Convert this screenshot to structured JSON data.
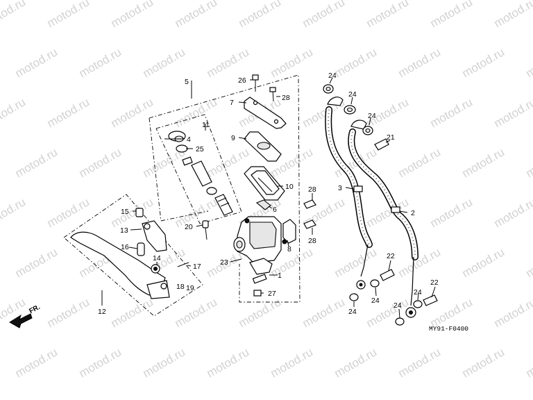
{
  "watermark": {
    "text": "motod.ru",
    "rows": [
      {
        "cols": [
          {},
          {},
          {},
          {},
          {},
          {},
          {},
          {},
          {}
        ]
      },
      {
        "cols": [
          {},
          {},
          {},
          {},
          {},
          {},
          {},
          {},
          {}
        ]
      },
      {
        "cols": [
          {},
          {},
          {},
          {},
          {},
          {},
          {},
          {},
          {}
        ]
      },
      {
        "cols": [
          {},
          {},
          {},
          {},
          {},
          {},
          {},
          {},
          {}
        ]
      },
      {
        "cols": [
          {},
          {},
          {},
          {},
          {},
          {},
          {},
          {},
          {}
        ]
      },
      {
        "cols": [
          {},
          {},
          {},
          {},
          {},
          {},
          {},
          {},
          {}
        ]
      },
      {
        "cols": [
          {},
          {},
          {},
          {},
          {},
          {},
          {},
          {},
          {}
        ]
      },
      {
        "cols": [
          {},
          {},
          {},
          {},
          {},
          {},
          {},
          {},
          {}
        ]
      }
    ]
  },
  "callouts": {
    "c1": "1",
    "c2": "2",
    "c3": "3",
    "c4": "4",
    "c5": "5",
    "c6": "6",
    "c7": "7",
    "c8": "8",
    "c9": "9",
    "c10": "10",
    "c11": "11",
    "c12": "12",
    "c13": "13",
    "c14": "14",
    "c15": "15",
    "c16": "16",
    "c17": "17",
    "c18": "18",
    "c19": "19",
    "c20": "20",
    "c21": "21",
    "c22a": "22",
    "c22b": "22",
    "c23": "23",
    "c24a": "24",
    "c24b": "24",
    "c24c": "24",
    "c24d": "24",
    "c24e": "24",
    "c24f": "24",
    "c25": "25",
    "c26": "26",
    "c27": "27",
    "c28a": "28",
    "c28b": "28",
    "c28c": "28"
  },
  "diagram_code": "MY91-F0400",
  "direction_label": "FR."
}
